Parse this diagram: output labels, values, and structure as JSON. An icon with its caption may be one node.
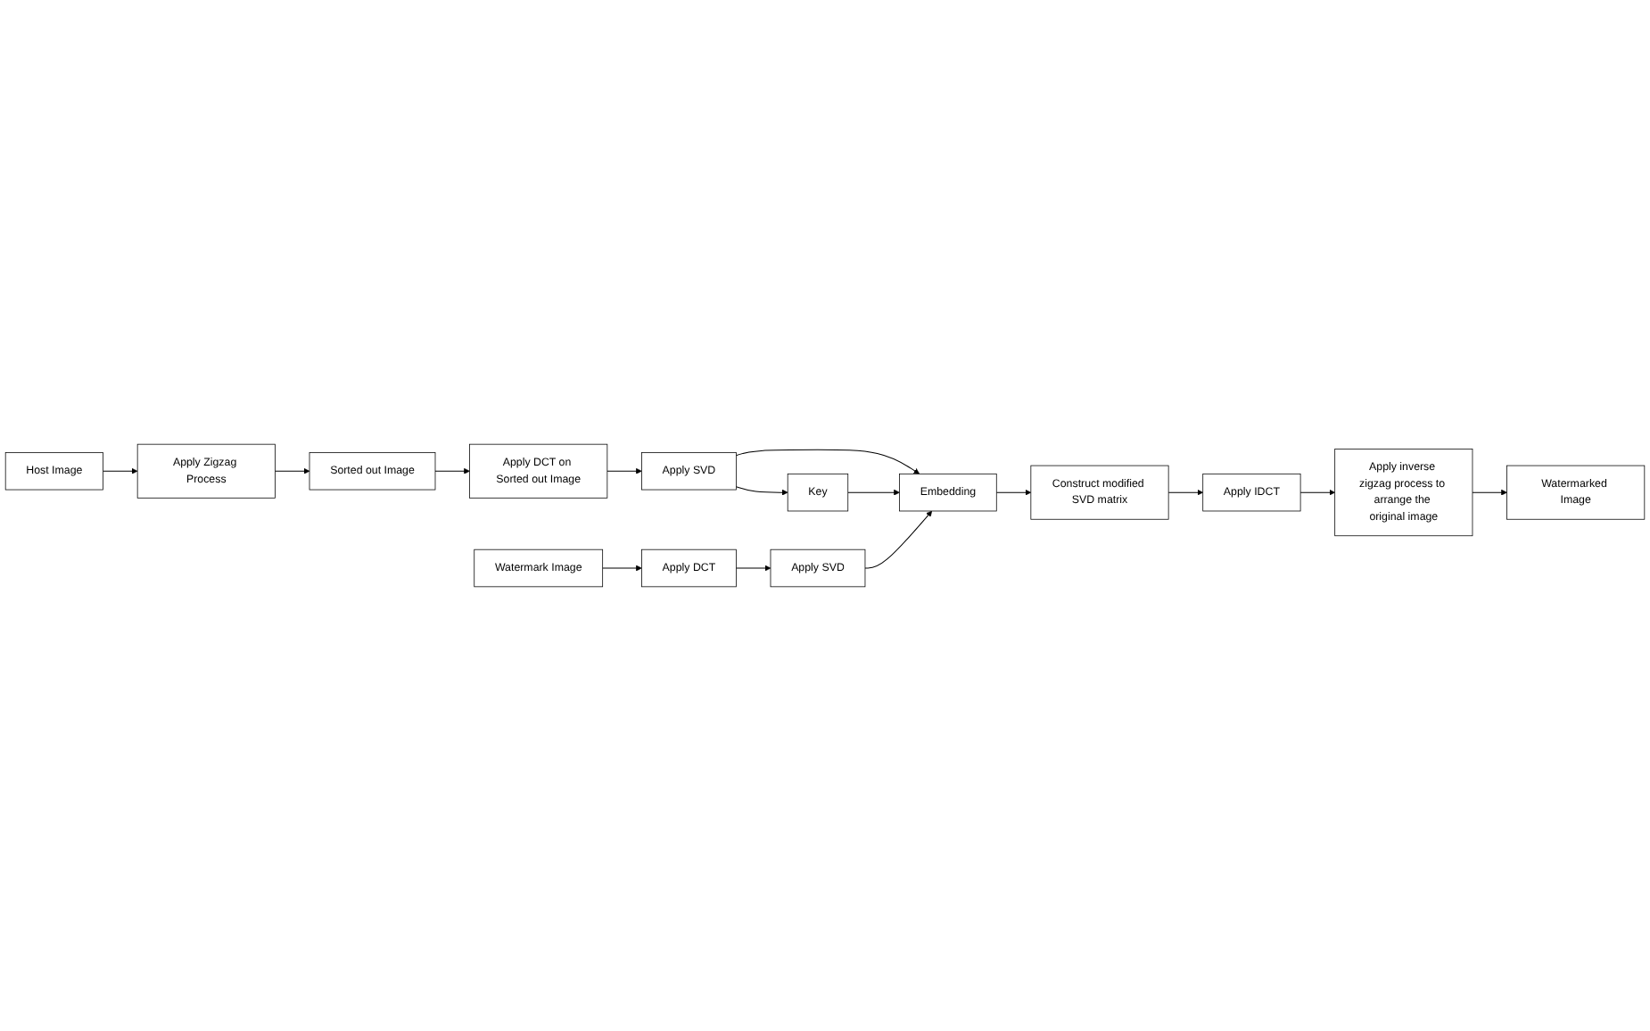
{
  "diagram": {
    "nodes": [
      {
        "text": [
          "Host Image"
        ]
      },
      {
        "text": [
          "Apply Zigzag Process"
        ]
      },
      {
        "text": [
          "Sorted out Image"
        ]
      },
      {
        "text": [
          "Apply DCT on Sorted out Image"
        ]
      },
      {
        "text": [
          "Apply SVD"
        ]
      },
      {
        "text": [
          "Key"
        ]
      },
      {
        "text": [
          "Watermark Image"
        ]
      },
      {
        "text": [
          "Apply DCT"
        ]
      },
      {
        "text": [
          "Apply SVD"
        ]
      },
      {
        "text": [
          "Embedding"
        ]
      },
      {
        "text": [
          "Construct modified SVD matrix"
        ]
      },
      {
        "text": [
          "Apply IDCT"
        ]
      },
      {
        "text": [
          "Apply inverse zigzag process to arrange the original image"
        ]
      },
      {
        "text": [
          "Watermarked Image"
        ]
      }
    ],
    "edges": [
      {
        "from": 0,
        "to": 1,
        "arrow": "to"
      },
      {
        "from": 1,
        "to": 2,
        "arrow": "to"
      },
      {
        "from": 2,
        "to": 3,
        "arrow": "to"
      },
      {
        "from": 3,
        "to": 4,
        "arrow": "to"
      },
      {
        "from": 4,
        "to": 5,
        "arrow": "to"
      },
      {
        "from": 4,
        "to": 9,
        "arrow": "to"
      },
      {
        "from": 5,
        "to": 9,
        "arrow": "to"
      },
      {
        "from": 6,
        "to": 7,
        "arrow": "to"
      },
      {
        "from": 7,
        "to": 8,
        "arrow": "to"
      },
      {
        "from": 8,
        "to": 9,
        "arrow": "to"
      },
      {
        "from": 9,
        "to": 10,
        "arrow": "to"
      },
      {
        "from": 10,
        "to": 11,
        "arrow": "to"
      },
      {
        "from": 11,
        "to": 12,
        "arrow": "to"
      },
      {
        "from": 12,
        "to": 13,
        "arrow": "to"
      }
    ]
  }
}
